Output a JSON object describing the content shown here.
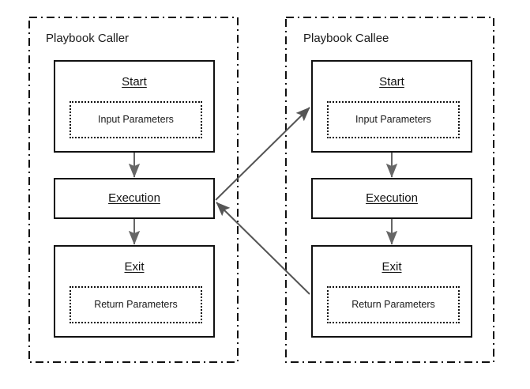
{
  "diagram": {
    "title_caller": "Playbook Caller",
    "title_callee": "Playbook Callee",
    "colors": {
      "box_stroke": "#111111",
      "container_stroke": "#111111",
      "internal_arrow": "#666666",
      "cross_arrow": "#555555",
      "background": "#ffffff",
      "text": "#1a1a1a"
    }
  },
  "caller": {
    "title": "Playbook Caller",
    "nodes": {
      "start": {
        "title": "Start",
        "param": "Input Parameters"
      },
      "execution": {
        "title": "Execution"
      },
      "exit": {
        "title": "Exit",
        "param": "Return Parameters"
      }
    }
  },
  "callee": {
    "title": "Playbook Callee",
    "nodes": {
      "start": {
        "title": "Start",
        "param": "Input Parameters"
      },
      "execution": {
        "title": "Execution"
      },
      "exit": {
        "title": "Exit",
        "param": "Return Parameters"
      }
    }
  },
  "connectors": [
    {
      "name": "caller-start-to-execution",
      "kind": "vertical-arrow"
    },
    {
      "name": "caller-execution-to-exit",
      "kind": "vertical-arrow"
    },
    {
      "name": "callee-start-to-execution",
      "kind": "vertical-arrow"
    },
    {
      "name": "callee-execution-to-exit",
      "kind": "vertical-arrow"
    },
    {
      "name": "call-invoke-arrow",
      "kind": "diagonal-arrow"
    },
    {
      "name": "call-return-arrow",
      "kind": "diagonal-arrow"
    }
  ]
}
